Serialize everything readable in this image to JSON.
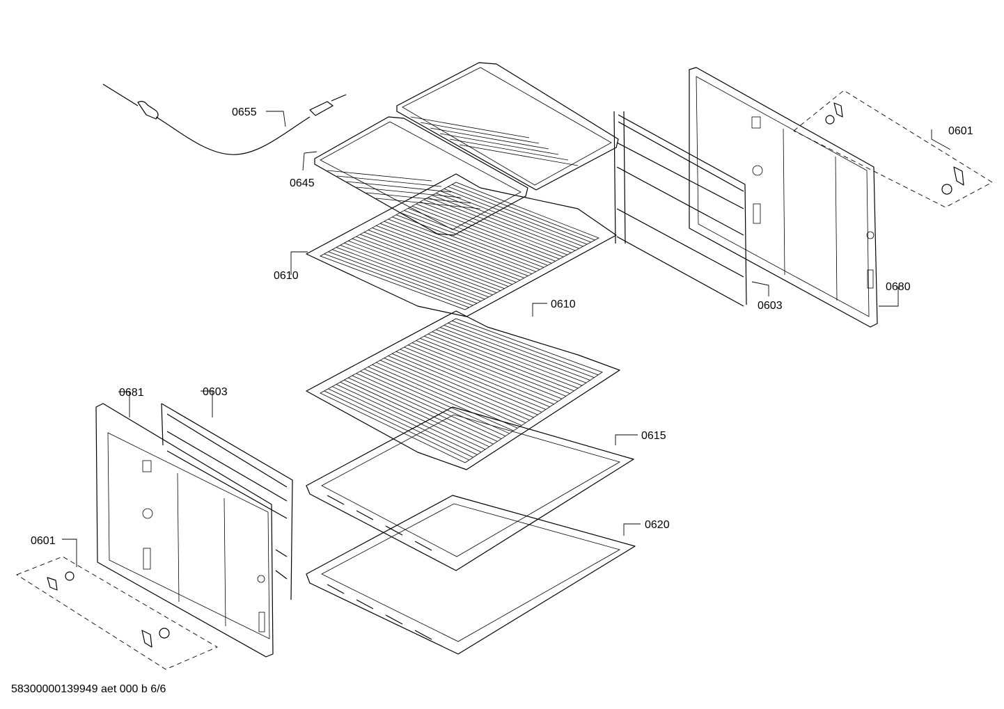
{
  "labels": {
    "probe": "0655",
    "grill_insert": "0645",
    "rack_upper": "0610",
    "rack_lower": "0610",
    "rail_right": "0603",
    "rail_left": "0603",
    "clip_right": "0601",
    "clip_left": "0601",
    "panel_right": "0680",
    "panel_left": "0681",
    "tray_shallow": "0615",
    "tray_deep": "0620"
  },
  "footer": "58300000139949 aet 000 b 6/6"
}
